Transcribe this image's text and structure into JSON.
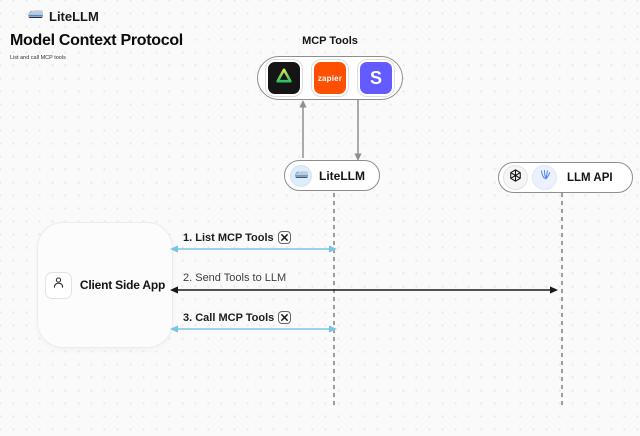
{
  "header": {
    "brand": "LiteLLM",
    "title": "Model Context Protocol",
    "subtitle": "List and call MCP tools"
  },
  "mcp": {
    "label": "MCP Tools",
    "tools": [
      {
        "name": "green-triangle-tool",
        "label": ""
      },
      {
        "name": "zapier",
        "label": "zapier"
      },
      {
        "name": "stripe",
        "label": "S"
      }
    ]
  },
  "nodes": {
    "litellm": {
      "label": "LiteLLM"
    },
    "llm_api": {
      "label": "LLM API"
    },
    "client": {
      "label": "Client Side App"
    }
  },
  "messages": [
    {
      "label": "1. List MCP Tools",
      "has_tool_icon": true,
      "arrow_color": "#79c5e7"
    },
    {
      "label": "2. Send Tools to LLM",
      "has_tool_icon": false,
      "arrow_color": "#1a1a1a"
    },
    {
      "label": "3. Call MCP Tools",
      "has_tool_icon": true,
      "arrow_color": "#79c5e7"
    }
  ],
  "icons": {
    "brand": "bullet-train-icon",
    "litellm_badge": "bullet-train-icon",
    "client": "person-icon",
    "llm_api_1": "openai-logo-icon",
    "llm_api_2": "blue-feather-icon",
    "message_badge": "crossed-tools-icon",
    "mcp_tool_1": "green-triangle-icon"
  },
  "colors": {
    "background": "#fafafa",
    "accent_blue": "#79c5e7",
    "arrow_black": "#1a1a1a",
    "arrow_gray": "#8f8f8f",
    "zapier_orange": "#ff4f00",
    "stripe_purple": "#635bff",
    "tool_green_top": "#d6e94e",
    "tool_green_bottom": "#2ebf63",
    "litellm_badge_bg": "#dceefc",
    "provider_badge_bg": "#ecf2fd"
  }
}
